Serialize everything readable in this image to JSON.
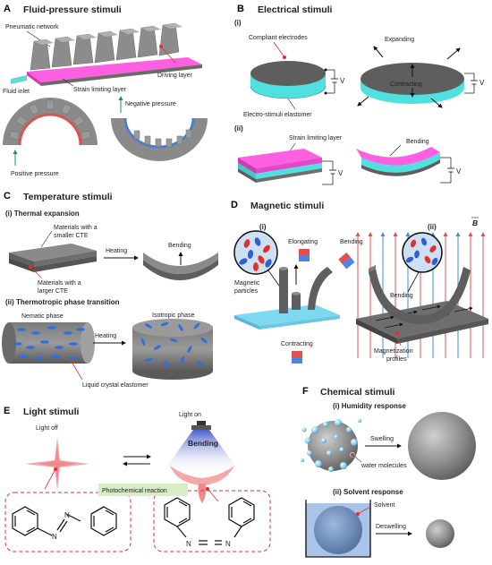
{
  "panels": {
    "A": {
      "letter": "A",
      "title": "Fluid-pressure stimuli",
      "labels": {
        "network": "Pneumatic network",
        "driving": "Driving layer",
        "strain": "Strain limiting layer",
        "inlet": "Fluid inlet",
        "negative": "Negative pressure",
        "positive": "Positive pressure"
      }
    },
    "B": {
      "letter": "B",
      "title": "Electrical stimuli",
      "sub1": "(i)",
      "sub2": "(ii)",
      "labels": {
        "electrodes": "Compliant electrodes",
        "elastomer": "Electro-stimuli elastomer",
        "expanding": "Expanding",
        "contracting": "Contracting",
        "strain": "Strain limiting layer",
        "bending": "Bending",
        "voltage": "V"
      }
    },
    "C": {
      "letter": "C",
      "title": "Temperature stimuli",
      "sub1": "(i) Thermal expansion",
      "sub2": "(ii) Thermotropic phase transition",
      "labels": {
        "smaller_l1": "Materials with a",
        "smaller_l2": "smaller CTE",
        "larger_l1": "Materials with a",
        "larger_l2": "larger CTE",
        "heating1": "Heating",
        "bending": "Bending",
        "nematic": "Nematic phase",
        "isotropic": "Isotropic phase",
        "heating2": "Heating",
        "lce": "Liquid crystal elastomer"
      }
    },
    "D": {
      "letter": "D",
      "title": "Magnetic stimuli",
      "sub1": "(i)",
      "sub2": "(ii)",
      "labels": {
        "elongating": "Elongating",
        "bending1": "Bending",
        "magnetic_l1": "Magnetic",
        "magnetic_l2": "particles",
        "contracting": "Contracting",
        "bending2": "Bending",
        "profiles_l1": "Magnetization",
        "profiles_l2": "profiles",
        "field": "B"
      }
    },
    "E": {
      "letter": "E",
      "title": "Light stimuli",
      "labels": {
        "light_off": "Light off",
        "light_on": "Light on",
        "bending": "Bending",
        "reaction": "Photochemical reaction",
        "n": "N"
      }
    },
    "F": {
      "letter": "F",
      "title": "Chemical stimuli",
      "sub1": "(i) Humidity response",
      "sub2": "(ii) Solvent response",
      "labels": {
        "swelling": "Swelling",
        "water": "water molecules",
        "solvent": "Solvent",
        "deswelling": "Deswelling"
      }
    }
  },
  "colors": {
    "gray_top": "#8a8a8a",
    "gray_side": "#5e5e5e",
    "gray_dark": "#444444",
    "magenta": "#ff5fe0",
    "cyan": "#4fe0df",
    "blue_band": "#4a7fd0",
    "red_band": "#d9534f",
    "pink": "#f6a8a8",
    "dashed_red": "#e03030",
    "reaction_bg": "#d9ecc8",
    "field_red": "#e05050",
    "field_blue": "#4a86e8"
  }
}
